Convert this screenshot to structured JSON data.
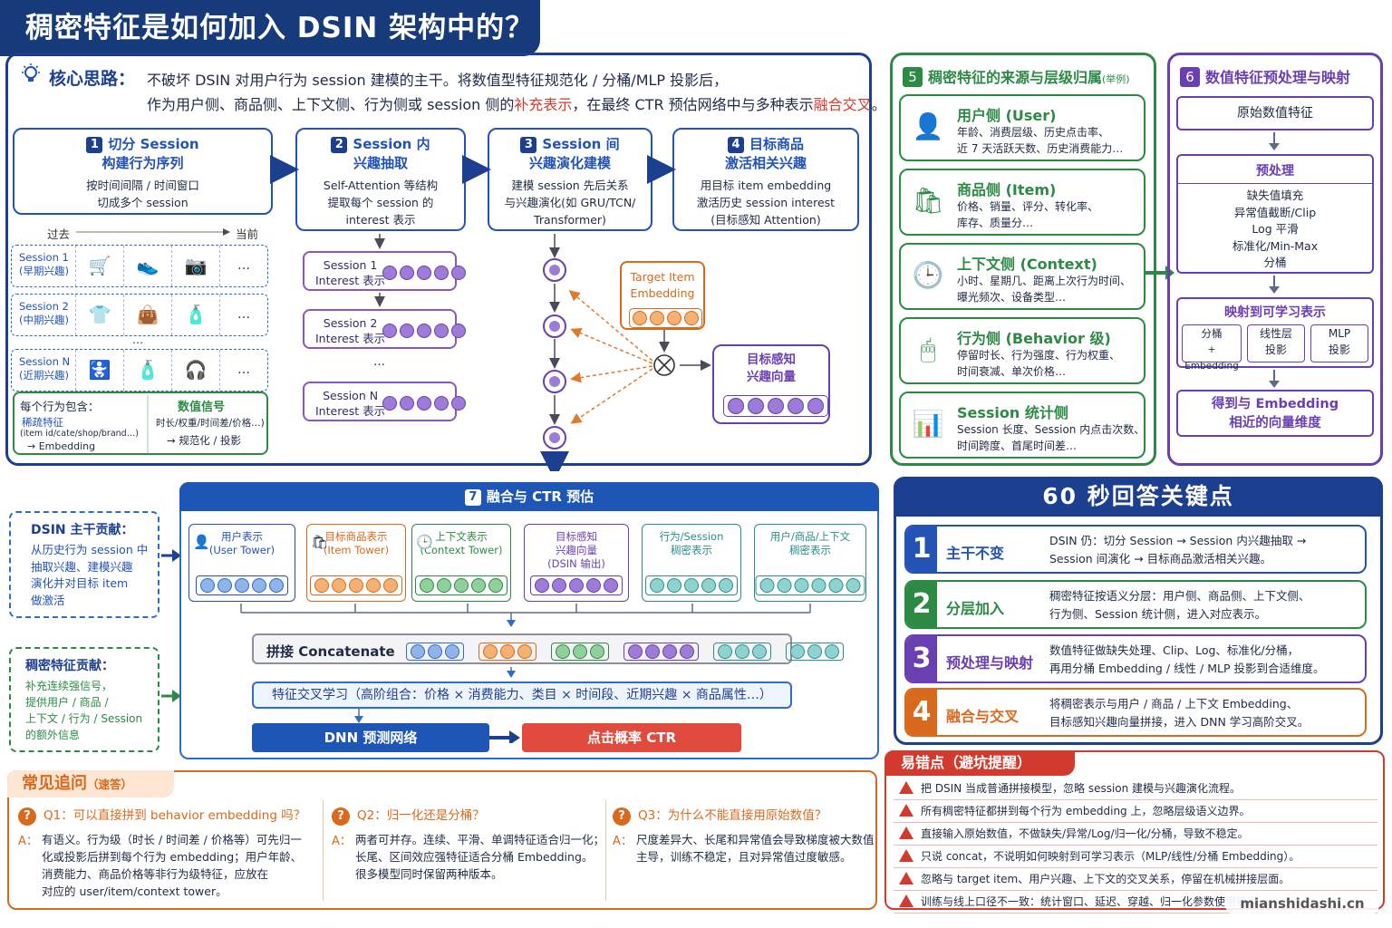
{
  "title": "稠密特征是如何加入 DSIN 架构中的？",
  "core": {
    "label": "核心思路：",
    "line1": "不破坏 DSIN 对用户行为 session 建模的主干。将数值型特征规范化 / 分桶/MLP 投影后，",
    "line2_a": "作为用户侧、商品侧、上下文侧、行为侧或 session 侧的",
    "line2_b": "补充表示",
    "line2_c": "，在最终 CTR 预估网络中与多种表示",
    "line2_d": "融合交叉",
    "line2_e": "。"
  },
  "steps": [
    {
      "num": "1",
      "title1": "切分 Session",
      "title2": "构建行为序列",
      "desc1": "按时间间隔 / 时间窗口",
      "desc2": "切成多个 session",
      "desc3": ""
    },
    {
      "num": "2",
      "title1": "Session 内",
      "title2": "兴趣抽取",
      "desc1": "Self-Attention 等结构",
      "desc2": "提取每个 session 的",
      "desc3": "interest 表示"
    },
    {
      "num": "3",
      "title1": "Session 间",
      "title2": "兴趣演化建模",
      "desc1": "建模 session 先后关系",
      "desc2": "与兴趣演化(如 GRU/TCN/",
      "desc3": "Transformer)"
    },
    {
      "num": "4",
      "title1": "目标商品",
      "title2": "激活相关兴趣",
      "desc1": "用目标 item embedding",
      "desc2": "激活历史 session interest",
      "desc3": "(目标感知 Attention)"
    }
  ],
  "timeline": {
    "past": "过去",
    "now": "当前"
  },
  "sessions": [
    {
      "name": "Session 1",
      "sub": "(早期兴趣)",
      "icons": [
        "cart-icon",
        "shoe-icon",
        "camera-icon"
      ],
      "glyphs": [
        "🛒",
        "👟",
        "📷"
      ]
    },
    {
      "name": "Session 2",
      "sub": "(中期兴趣)",
      "icons": [
        "shirt-icon",
        "bag-icon",
        "bottle-icon"
      ],
      "glyphs": [
        "👕",
        "👜",
        "🧴"
      ]
    },
    {
      "name": "Session N",
      "sub": "(近期兴趣)",
      "icons": [
        "stroller-icon",
        "bottle-icon",
        "headphone-icon"
      ],
      "glyphs": [
        "🚼",
        "🧴",
        "🎧"
      ]
    }
  ],
  "ellipsis": "…",
  "behavior_box": {
    "head": "每个行为包含：",
    "sparse_label": "稀疏特征",
    "sparse_desc": "(item id/cate/shop/brand…)",
    "sparse_to": "→ Embedding",
    "num_label": "数值信号",
    "num_desc": "时长/权重/时间差/价格…)",
    "num_to": "→ 规范化 / 投影"
  },
  "interests": [
    {
      "l1": "Session 1",
      "l2": "Interest 表示"
    },
    {
      "l1": "Session 2",
      "l2": "Interest 表示"
    },
    {
      "l1": "Session N",
      "l2": "Interest 表示"
    }
  ],
  "target_item": {
    "l1": "Target Item",
    "l2": "Embedding"
  },
  "target_vec": {
    "l1": "目标感知",
    "l2": "兴趣向量"
  },
  "sources": {
    "num": "5",
    "title": "稠密特征的来源与层级归属",
    "note": "(举例)",
    "items": [
      {
        "icon": "user-icon",
        "title": "用户侧 (User)",
        "d1": "年龄、消费层级、历史点击率、",
        "d2": "近 7 天活跃天数、历史消费能力…"
      },
      {
        "icon": "shopping-bag-icon",
        "title": "商品侧 (Item)",
        "d1": "价格、销量、评分、转化率、",
        "d2": "库存、质量分…"
      },
      {
        "icon": "clock-location-icon",
        "title": "上下文侧 (Context)",
        "d1": "小时、星期几、距离上次行为时间、",
        "d2": "曝光频次、设备类型…"
      },
      {
        "icon": "mouse-icon",
        "title": "行为侧 (Behavior 级)",
        "d1": "停留时长、行为强度、行为权重、",
        "d2": "时间衰减、单次价格…"
      },
      {
        "icon": "bar-chart-icon",
        "title": "Session 统计侧",
        "d1": "Session 长度、Session 内点击次数、",
        "d2": "时间跨度、首尾时间差…"
      }
    ]
  },
  "preprocess": {
    "num": "6",
    "title": "数值特征预处理与映射",
    "raw": "原始数值特征",
    "pre_title": "预处理",
    "pre_items": [
      "缺失值填充",
      "异常值截断/Clip",
      "Log 平滑",
      "标准化/Min-Max",
      "分桶"
    ],
    "map_title": "映射到可学习表示",
    "map_opts": [
      {
        "l1": "分桶",
        "l2": "+ Embedding"
      },
      {
        "l1": "线性层",
        "l2": "投影"
      },
      {
        "l1": "MLP",
        "l2": "投影"
      }
    ],
    "result1": "得到与 Embedding",
    "result2": "相近的向量维度"
  },
  "fusion": {
    "num": "7",
    "title": "融合与 CTR 预估",
    "cols": [
      {
        "l1": "用户表示",
        "l2": "(User Tower)",
        "l3": "",
        "color": "#2353b4",
        "dot": "db",
        "n": 5
      },
      {
        "l1": "目标商品表示",
        "l2": "(Item Tower)",
        "l3": "",
        "color": "#d9691c",
        "dot": "do",
        "n": 5
      },
      {
        "l1": "上下文表示",
        "l2": "(Context Tower)",
        "l3": "",
        "color": "#2d8a45",
        "dot": "dg",
        "n": 5
      },
      {
        "l1": "目标感知",
        "l2": "兴趣向量",
        "l3": "(DSIN 输出)",
        "color": "#6a3fb1",
        "dot": "dp",
        "n": 5
      },
      {
        "l1": "行为/Session",
        "l2": "稠密表示",
        "l3": "",
        "color": "#2a8f8a",
        "dot": "dt",
        "n": 5
      },
      {
        "l1": "用户/商品/上下文",
        "l2": "稠密表示",
        "l3": "",
        "color": "#2a8f8a",
        "dot": "dt",
        "n": 6
      }
    ],
    "concat": "拼接  Concatenate",
    "cross": "特征交叉学习（高阶组合：价格 × 消费能力、类目 × 时间段、近期兴趣 × 商品属性…）",
    "dnn": "DNN 预测网络",
    "ctr": "点击概率 CTR"
  },
  "contrib_dsin": {
    "title": "DSIN 主干贡献：",
    "lines": [
      "从历史行为 session 中",
      "抽取兴趣、建模兴趣",
      "演化并对目标 item",
      "做激活"
    ]
  },
  "contrib_dense": {
    "title": "稠密特征贡献：",
    "lines": [
      "补充连续强信号，",
      "提供用户 / 商品 /",
      "上下文 / 行为 / Session",
      "的额外信息"
    ]
  },
  "keypoints": {
    "title": "60 秒回答关键点",
    "items": [
      {
        "num": "1",
        "title": "主干不变",
        "d1": "DSIN 仍：切分 Session → Session 内兴趣抽取 →",
        "d2": "Session 间演化 → 目标商品激活相关兴趣。",
        "color": "#2353b4"
      },
      {
        "num": "2",
        "title": "分层加入",
        "d1": "稠密特征按语义分层：用户侧、商品侧、上下文侧、",
        "d2": "行为侧、Session 统计侧，进入对应表示。",
        "color": "#2d8a45"
      },
      {
        "num": "3",
        "title": "预处理与映射",
        "d1": "数值特征做缺失处理、Clip、Log、标准化/分桶，",
        "d2": "再用分桶 Embedding / 线性 / MLP 投影到合适维度。",
        "color": "#6a3fb1"
      },
      {
        "num": "4",
        "title": "融合与交叉",
        "d1": "将稠密表示与用户 / 商品 / 上下文 Embedding、",
        "d2": "目标感知兴趣向量拼接，进入 DNN 学习高阶交叉。",
        "color": "#d9691c"
      }
    ]
  },
  "faq": {
    "title": "常见追问",
    "title_note": "（速答）",
    "items": [
      {
        "q": "Q1：可以直接拼到 behavior embedding 吗？",
        "a": [
          "有语义。行为级（时长 / 时间差 / 价格等）可先归一",
          "化或投影后拼到每个行为 embedding；用户年龄、",
          "消费能力、商品价格等非行为级特征，应放在",
          "对应的 user/item/context tower。"
        ]
      },
      {
        "q": "Q2：归一化还是分桶？",
        "a": [
          "两者可并存。连续、平滑、单调特征适合归一化；",
          "长尾、区间效应强特征适合分桶 Embedding。",
          "很多模型同时保留两种版本。"
        ]
      },
      {
        "q": "Q3：为什么不能直接用原始数值？",
        "a": [
          "尺度差异大、长尾和异常值会导致梯度被大数值",
          "主导，训练不稳定，且对异常值过度敏感。"
        ]
      }
    ],
    "answer_prefix": "A："
  },
  "pitfalls": {
    "title": "易错点（避坑提醒）",
    "items": [
      "把 DSIN 当成普通拼接模型，忽略 session 建模与兴趣演化流程。",
      "所有稠密特征都拼到每个行为 embedding 上，忽略层级语义边界。",
      "直接输入原始数值，不做缺失/异常/Log/归一化/分桶，导致不稳定。",
      "只说 concat，不说明如何映射到可学习表示（MLP/线性/分桶 Embedding）。",
      "忽略与 target item、用户兴趣、上下文的交叉关系，停留在机械拼接层面。",
      "训练与线上口径不一致：统计窗口、延迟、穿越、归一化参数使用错误。"
    ]
  },
  "watermark": "mianshidashi.cn",
  "colors": {
    "navy": "#173a7b",
    "blue": "#2353b4",
    "green": "#2d8a45",
    "purple": "#6a3fb1",
    "orange": "#d9691c",
    "red": "#d23a2e"
  }
}
